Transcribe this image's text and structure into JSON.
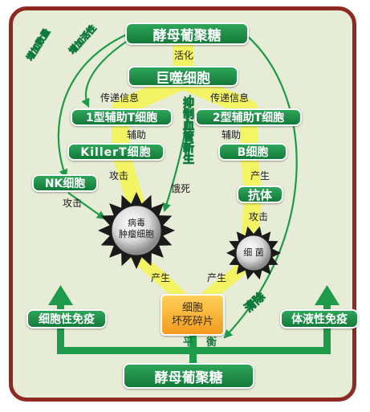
{
  "nodes": {
    "top": "酵母葡聚糖",
    "bottom": "酵母葡聚糖",
    "macrophage": "巨噬细胞",
    "th1": "1型辅助T细胞",
    "th2": "2型辅助T细胞",
    "killer_t": "KillerT细胞",
    "b_cell": "B细胞",
    "nk_cell": "NK细胞",
    "antibody": "抗体",
    "cellular_immunity": "细胞性免疫",
    "humoral_immunity": "体液性免疫"
  },
  "balls": {
    "virus_line1": "病毒",
    "virus_line2": "肿瘤细胞",
    "bacteria": "细 菌"
  },
  "debris": {
    "line1": "细胞",
    "line2": "坏死碎片"
  },
  "labels": {
    "activate": "活化",
    "signal_left": "传递信息",
    "signal_right": "传递信息",
    "assist_left": "辅助",
    "assist_right": "辅助",
    "attack_nk": "攻击",
    "attack_killer": "攻击",
    "starve": "饿死",
    "produce_antibody": "产生",
    "attack_antibody": "攻击",
    "produce_left": "产生",
    "produce_right": "产生"
  },
  "vertical": {
    "increase_count": "增加数量",
    "increase_activity": "增加活性",
    "suppress_angiogenesis": "抑制血管新生",
    "clear": "清除",
    "balance": "平衡"
  },
  "colors": {
    "frame": "#8f2a22",
    "background": "#e7ecd6",
    "node_green": "#1b8a45",
    "arrow_green": "#1d9b4a",
    "highlight_yellow": "#f5f55a",
    "debris_orange": "#f6a623"
  }
}
